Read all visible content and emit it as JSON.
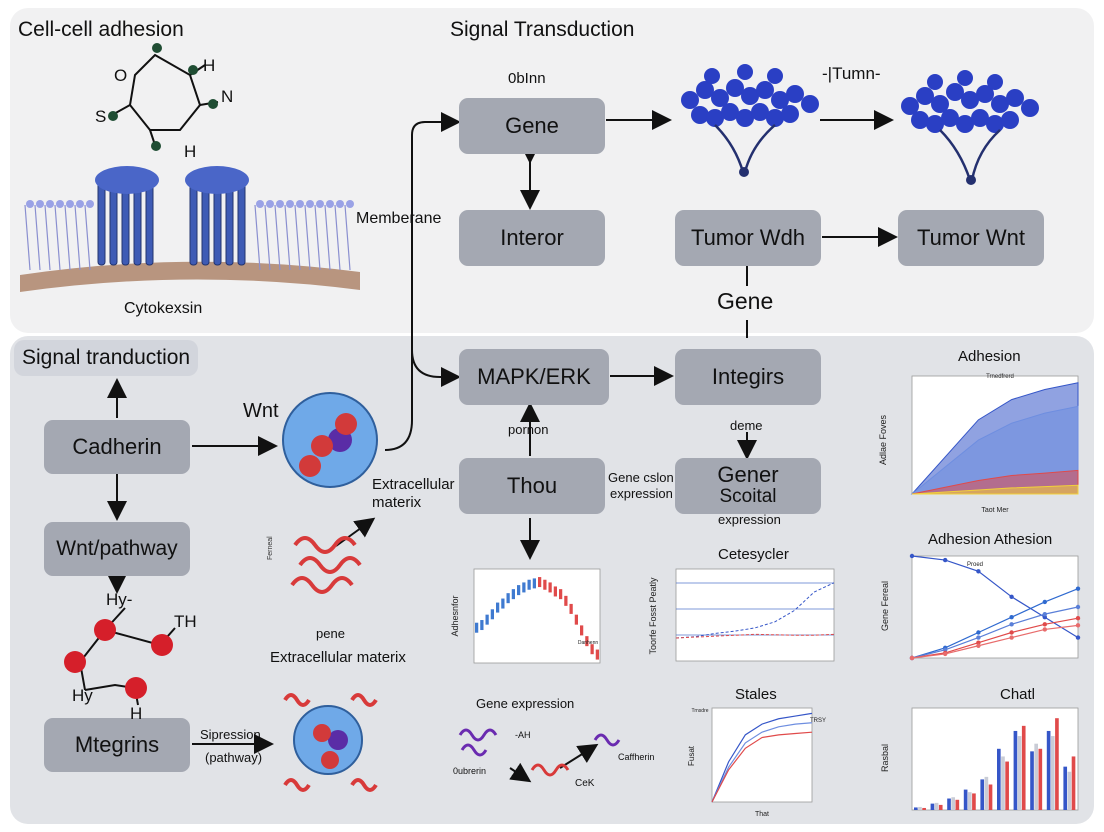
{
  "titles": {
    "cell_adhesion": "Cell-cell adhesion",
    "signal_transduction": "Signal Transduction",
    "signal_tranduction": "Signal tranduction",
    "membrane": "Memberane",
    "cytokexsin": "Cytokexsin",
    "obinn": "0bInn",
    "tumn": "-|Tumn-",
    "gene_label": "Gene",
    "wnt": "Wnt",
    "extracellular_matrix_1": "Extracellular materix",
    "extracellular_matrix_2": "Extracellular materix",
    "pene": "pene",
    "pornon": "pornon",
    "deme": "deme",
    "gene_cslon": "Gene cslon",
    "expression_mid": "expression",
    "expression_low": "expression",
    "suppression": "Sipression",
    "pathway": "(pathway)",
    "gene_expression": "Gene expression"
  },
  "molecule_top": {
    "o": "O",
    "h1": "H",
    "n": "N",
    "s": "S",
    "h2": "H"
  },
  "molecule_left": {
    "hy1": "Hy-",
    "th": "TH",
    "hy2": "Hy",
    "h": "H"
  },
  "boxes": {
    "gene": "Gene",
    "interor": "Interor",
    "tumor_wdh": "Tumor Wdh",
    "tumor_wnt": "Tumor Wnt",
    "mapk": "MAPK/ERK",
    "integirs": "Integirs",
    "thou": "Thou",
    "gener_line1": "Gener",
    "gener_line2": "Scoital",
    "cadherin": "Cadherin",
    "wnt_pathway": "Wnt/pathway",
    "mtegrins": "Mtegrins"
  },
  "small_labels": {
    "oubrerin": "0ubrerin",
    "ck": "CeK",
    "cafherin": "Caffherin",
    "ah": "-AH"
  },
  "chart_data": [
    {
      "type": "area",
      "title": "Adhesion",
      "ylabel": "Adlae Foves",
      "xlabel": "Taot Mer",
      "x": [
        0,
        4,
        8,
        12,
        16,
        20
      ],
      "series": [
        {
          "name": "Trnedfrerd",
          "values": [
            0,
            110,
            220,
            280,
            310,
            330
          ]
        },
        {
          "values": [
            0,
            80,
            160,
            210,
            240,
            260
          ]
        },
        {
          "values": [
            0,
            20,
            40,
            55,
            62,
            70
          ]
        },
        {
          "values": [
            0,
            6,
            12,
            18,
            22,
            26
          ]
        }
      ],
      "ylim": [
        0,
        350
      ]
    },
    {
      "type": "line",
      "title": "Adhesion Athesion",
      "ylabel": "Gene Fereal",
      "series": [
        {
          "name": "Proed",
          "values": [
            10,
            9.6,
            8.5,
            6,
            4,
            2
          ]
        },
        {
          "values": [
            0,
            1,
            2.5,
            4,
            5.5,
            6.8
          ]
        },
        {
          "values": [
            0,
            0.8,
            2,
            3.3,
            4.3,
            5
          ]
        },
        {
          "values": [
            0,
            0.5,
            1.5,
            2.5,
            3.3,
            3.9
          ]
        },
        {
          "values": [
            0,
            0.4,
            1.2,
            2,
            2.8,
            3.2
          ]
        }
      ],
      "ylim": [
        0,
        10
      ]
    },
    {
      "type": "bar",
      "title": "Chatl",
      "ylabel": "Rasbal",
      "series": [
        {
          "values": [
            10,
            25,
            45,
            80,
            120,
            240,
            310,
            230,
            310,
            170
          ]
        },
        {
          "values": [
            12,
            28,
            50,
            70,
            130,
            210,
            290,
            260,
            290,
            150
          ]
        },
        {
          "values": [
            8,
            20,
            40,
            65,
            100,
            190,
            330,
            240,
            360,
            210
          ]
        }
      ],
      "ylim": [
        0,
        400
      ]
    },
    {
      "type": "bar",
      "ylabel": "Adhesnfor",
      "series": [
        {
          "name": "Danhenn",
          "values": [
            30,
            32,
            36,
            40,
            45,
            48,
            52,
            55,
            58,
            60,
            62,
            63,
            64,
            62,
            60,
            57,
            55,
            50,
            44,
            36,
            28,
            20,
            14,
            10
          ]
        }
      ],
      "ylim": [
        0,
        70
      ]
    },
    {
      "type": "line",
      "title": "Cetesycler",
      "ylabel": "Toorfe Fosst Peatly",
      "series": [
        {
          "values": [
            5,
            5.3,
            6,
            6.5,
            7.2,
            8.5,
            11,
            15,
            17
          ]
        },
        {
          "values": [
            5,
            5.2,
            5.4,
            5.6,
            5.8,
            5.7,
            5.6,
            5.6,
            5.8
          ]
        }
      ],
      "ylim": [
        0,
        20
      ]
    },
    {
      "type": "line",
      "title": "Stales",
      "ylabel": "Fusat",
      "xlabel": "That",
      "series": [
        {
          "name": "Trnsdre",
          "values": [
            0,
            15,
            25,
            29,
            31,
            32,
            33
          ]
        },
        {
          "values": [
            0,
            13,
            22,
            26,
            28,
            29,
            29.5
          ]
        },
        {
          "name": "TRSY",
          "values": [
            0,
            12,
            20,
            24,
            25,
            25.5,
            26
          ]
        }
      ],
      "ylim": [
        0,
        35
      ]
    }
  ],
  "colors": {
    "box": "#a4a8b2",
    "panel_top": "#f1f1f2",
    "panel_bottom": "#e1e3e7",
    "protein_blue": "#2a3fc4",
    "helix_red": "#d83a3a"
  }
}
